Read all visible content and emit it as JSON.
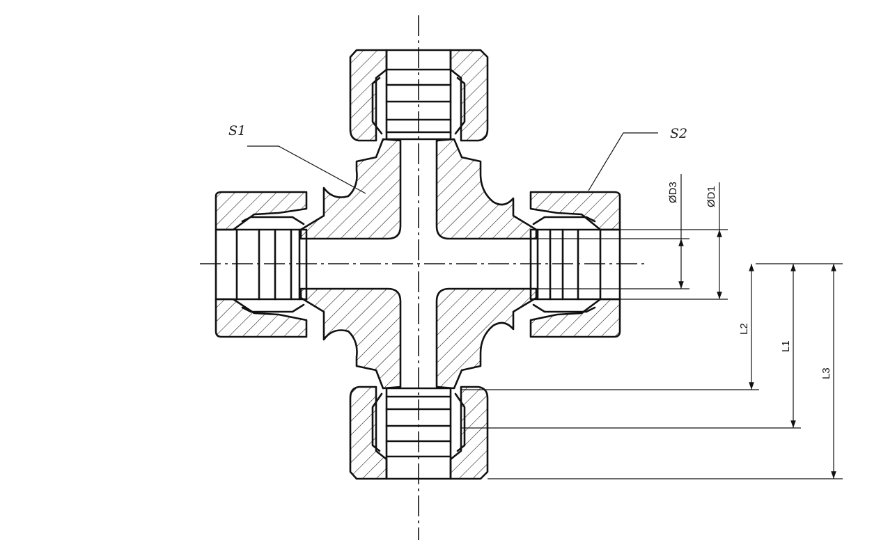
{
  "labels": {
    "s1": "S1",
    "s2": "S2",
    "d3": "ØD3",
    "d1": "ØD1",
    "l2": "L2",
    "l1": "L1",
    "l3": "L3"
  }
}
